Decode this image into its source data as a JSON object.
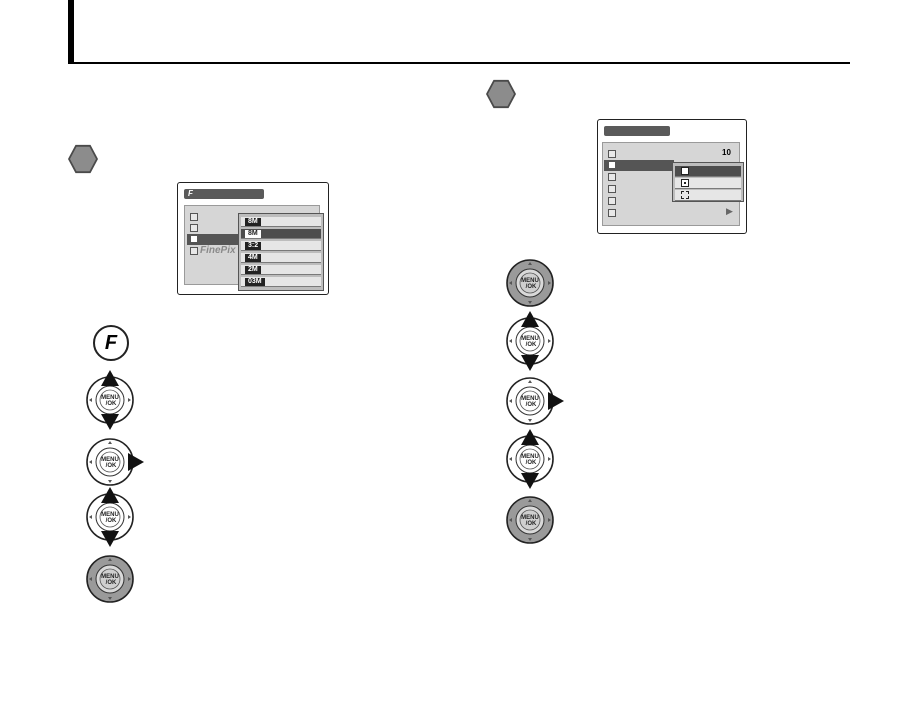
{
  "left_screen": {
    "title_icon": "F",
    "options": [
      "8M",
      "8M",
      "3:2",
      "4M",
      "2M",
      "03M"
    ],
    "selected_index": 1,
    "brand": "FinePix"
  },
  "right_screen": {
    "value_label": "10",
    "options": [
      "multi-metering-icon",
      "spot-metering-icon",
      "average-metering-icon"
    ],
    "selected_index": 0
  },
  "f_button": {
    "label": "F"
  },
  "pad_text": {
    "line1": "MENU",
    "line2": "OK"
  },
  "left_steps": [
    "f-button",
    "up-down",
    "right",
    "up-down",
    "menu-ok-press"
  ],
  "right_steps": [
    "menu-ok-press",
    "up-down",
    "right",
    "up-down",
    "menu-ok-press"
  ]
}
